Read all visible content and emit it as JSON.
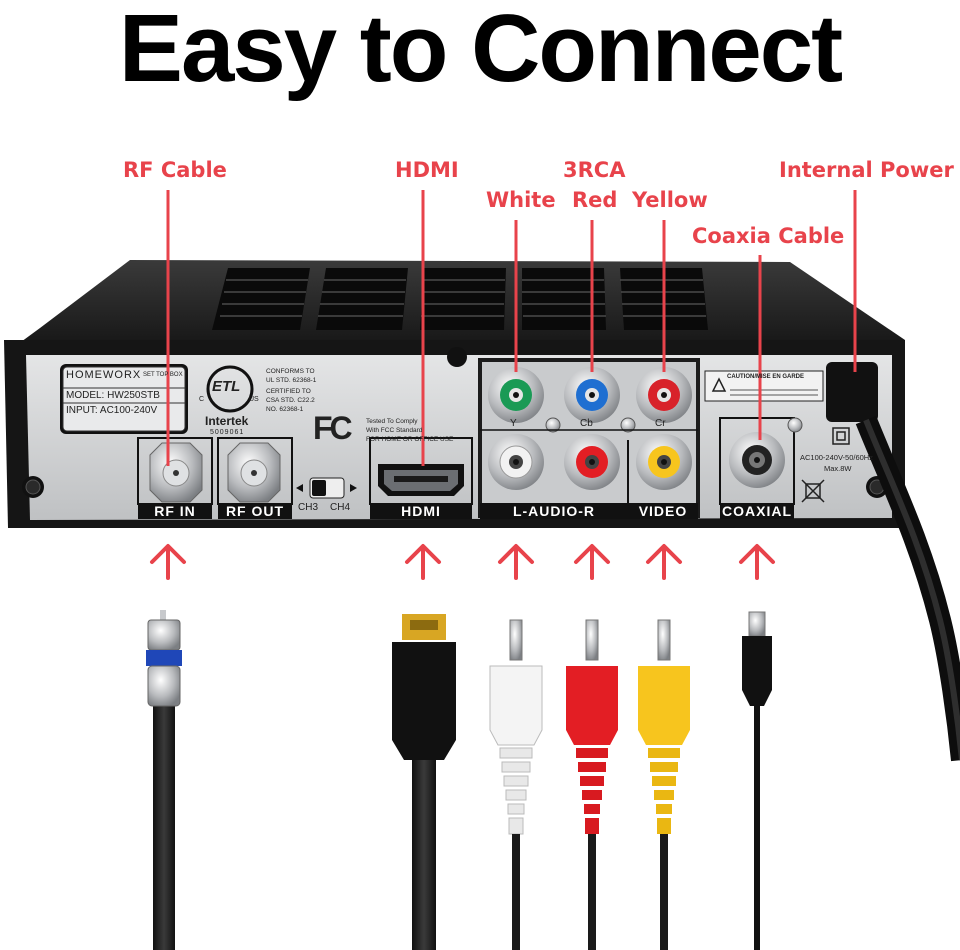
{
  "headline": "Easy to Connect",
  "callouts": {
    "rf_cable": "RF Cable",
    "hdmi": "HDMI",
    "rca_group": "3RCA",
    "white": "White",
    "red": "Red",
    "yellow": "Yellow",
    "coaxia_cable": "Coaxia Cable",
    "internal_power": "Internal Power"
  },
  "device": {
    "brand": "HOMEWORX",
    "brand_sub": "SET TOP BOX",
    "model": "MODEL: HW250STB",
    "input": "INPUT: AC100-240V",
    "conforms": [
      "CONFORMS TO",
      "UL STD. 62368-1",
      "CERTIFIED TO",
      "CSA STD. C22.2",
      "NO. 62368-1"
    ],
    "etl_mark": "ETL",
    "etl_c": "C",
    "etl_us": "US",
    "intertek": "Intertek",
    "intertek_no": "5009061",
    "fcc_mark": "FC",
    "fcc_text": [
      "Tested To Comply",
      "With FCC Standard",
      "FOR HOME OR OFFICE USE"
    ],
    "switch_labels": [
      "CH3",
      "CH4"
    ],
    "component_labels": [
      "Y",
      "Cb",
      "Cr"
    ],
    "caution": "CAUTION/MISE EN GARDE",
    "power_rating": [
      "AC100-240V-50/60Hz",
      "Max.8W"
    ],
    "port_labels": {
      "rf_in": "RF IN",
      "rf_out": "RF OUT",
      "hdmi": "HDMI",
      "audio": "L-AUDIO-R",
      "video": "VIDEO",
      "coaxial": "COAXIAL"
    }
  },
  "colors": {
    "accent_red": "#e8434b",
    "chassis": "#1b1b1b",
    "panel": "#cfd1d3",
    "rca_white": "#f2f2f2",
    "rca_red": "#e31e24",
    "rca_yellow": "#f7c51e",
    "component_green": "#1a9a55",
    "component_blue": "#1f6fd1",
    "component_red": "#d8222a"
  }
}
